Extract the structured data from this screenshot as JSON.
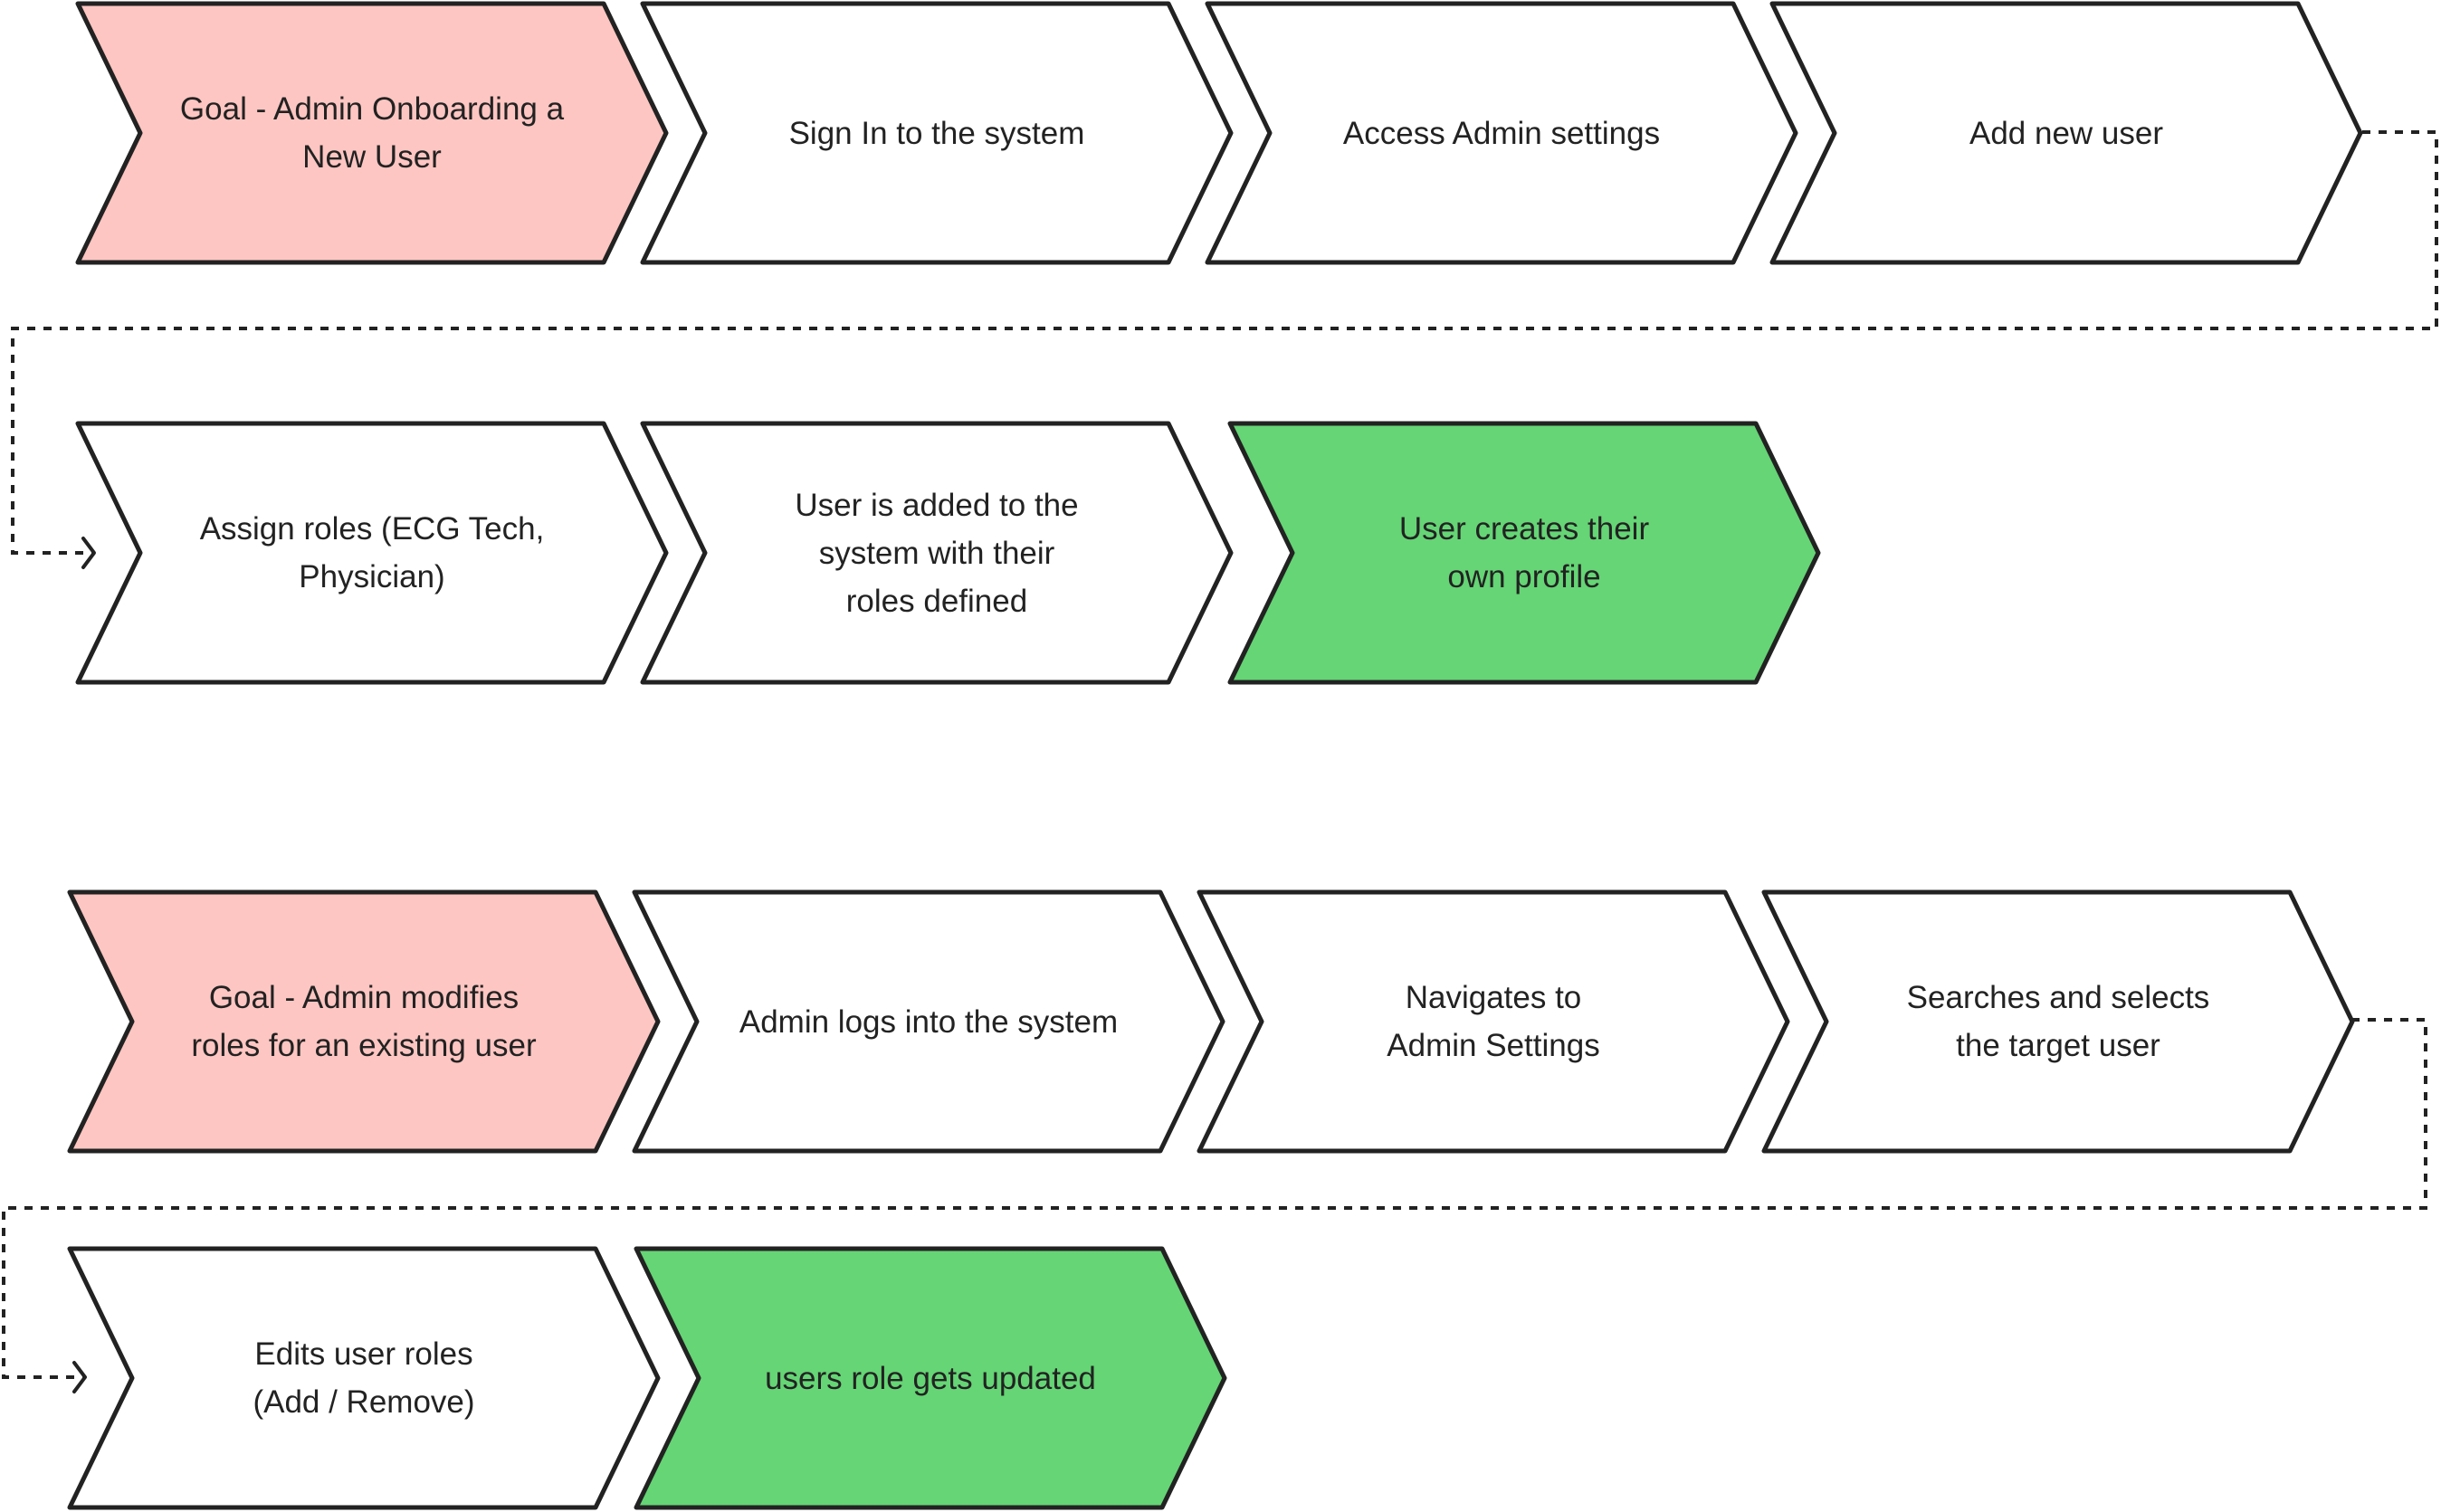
{
  "colors": {
    "goal": "#fec6c2",
    "step": "#ffffff",
    "outcome": "#65d575",
    "stroke": "#222222"
  },
  "flows": [
    {
      "rows": [
        {
          "steps": [
            {
              "kind": "goal",
              "lines": [
                "Goal - Admin Onboarding a",
                "New User"
              ]
            },
            {
              "kind": "step",
              "lines": [
                "Sign In to the system"
              ]
            },
            {
              "kind": "step",
              "lines": [
                "Access Admin settings"
              ]
            },
            {
              "kind": "step",
              "lines": [
                "Add new user"
              ]
            }
          ]
        },
        {
          "steps": [
            {
              "kind": "step",
              "lines": [
                "Assign roles (ECG Tech,",
                "Physician)"
              ]
            },
            {
              "kind": "step",
              "lines": [
                "User is added to the",
                "system with their",
                "roles defined"
              ]
            },
            {
              "kind": "outcome",
              "lines": [
                "User creates their",
                "own profile"
              ]
            }
          ]
        }
      ]
    },
    {
      "rows": [
        {
          "steps": [
            {
              "kind": "goal",
              "lines": [
                "Goal - Admin modifies",
                "roles for an existing user"
              ]
            },
            {
              "kind": "step",
              "lines": [
                "Admin logs into the system"
              ]
            },
            {
              "kind": "step",
              "lines": [
                "Navigates to",
                "Admin Settings"
              ]
            },
            {
              "kind": "step",
              "lines": [
                "Searches and selects",
                "the target user"
              ]
            }
          ]
        },
        {
          "steps": [
            {
              "kind": "step",
              "lines": [
                "Edits user roles",
                "(Add / Remove)"
              ]
            },
            {
              "kind": "outcome",
              "lines": [
                "users role gets updated"
              ]
            }
          ]
        }
      ]
    }
  ]
}
